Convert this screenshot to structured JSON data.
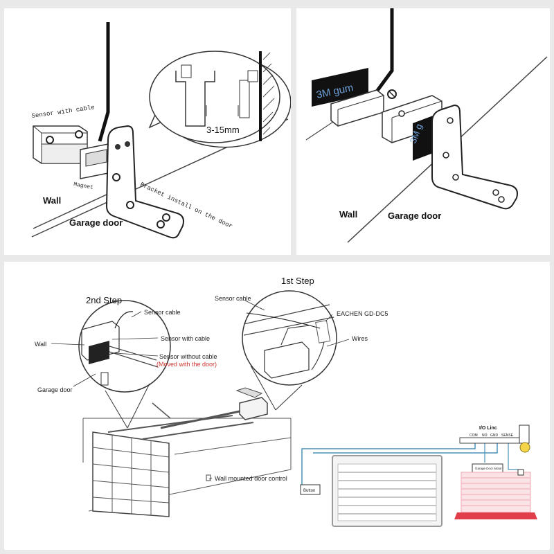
{
  "panel_top_left": {
    "sensor_with_cable": "Sensor with cable",
    "magnet": "Magnet",
    "bracket_note": "Bracket install on the door",
    "gap": "3-15mm",
    "wall": "Wall",
    "garage_door": "Garage door"
  },
  "panel_top_right": {
    "gum_label_1": "3M gum",
    "gum_label_2": "3M g",
    "wall": "Wall",
    "garage_door": "Garage door"
  },
  "panel_bottom": {
    "step_2": "2nd Step",
    "step_1": "1st Step",
    "sensor_cable_left": "Sensor cable",
    "sensor_with_cable": "Sensor with cable",
    "wall": "Wall",
    "sensor_without_cable": "Sensor without cable",
    "moved_with_door": "(Moved with the door)",
    "garage_door": "Garage door",
    "sensor_cable_right": "Sensor cable",
    "device_model": "EACHEN GD-DC5",
    "wires": "Wires",
    "wall_control": "Wall mounted door control",
    "io_line": "I/O Linc",
    "terminals": [
      "COM",
      "NO",
      "GND",
      "SENSE"
    ],
    "button": "Button",
    "motor": "Garage Door Motor"
  },
  "colors": {
    "moved_text": "#d0342c",
    "wire_blue": "#4a90b8",
    "door_pink": "#f2a7ad",
    "door_red": "#e23d4a",
    "gum_blue": "#6fa0d8",
    "sensor_yellow": "#f5d547"
  }
}
